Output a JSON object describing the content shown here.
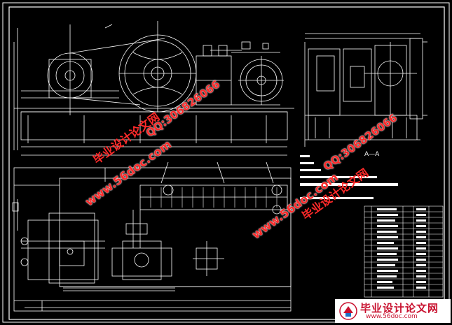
{
  "watermarks": {
    "site_url": "www.56doc.com",
    "qq": "QQ:306826066",
    "brand_cn": "毕业设计论文网"
  },
  "section_label": "A—A",
  "banner": {
    "title": "毕业设计论文网",
    "url": "www.56doc.com"
  },
  "colors": {
    "background": "#000000",
    "lines": "#ffffff",
    "watermark": "#ff2a2a"
  }
}
